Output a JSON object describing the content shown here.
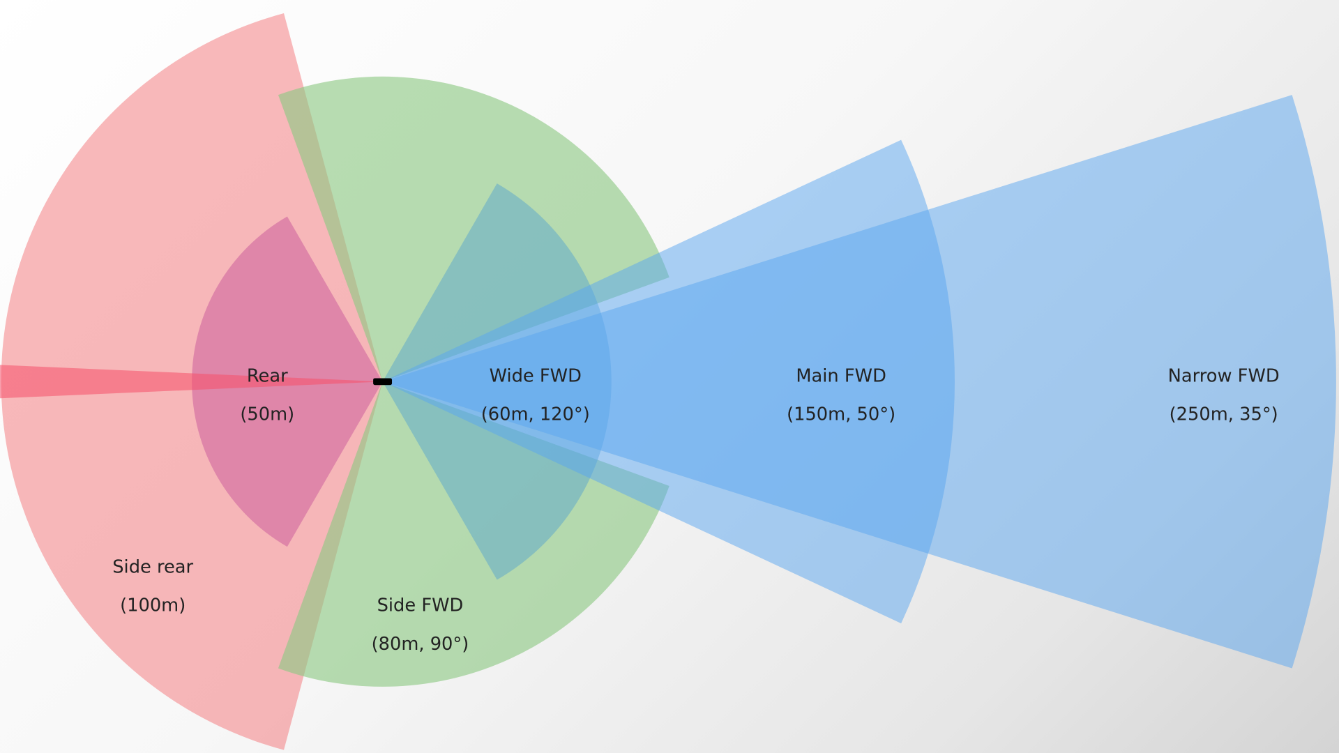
{
  "title": "Sensor coverage",
  "sensors": [
    {
      "id": "side-rear-left",
      "range_m": 100,
      "dir_deg": 180,
      "fov_deg": 150,
      "color": "#f3787d",
      "opacity": 0.52
    },
    {
      "id": "rear",
      "range_m": 50,
      "dir_deg": 180,
      "fov_deg": 120,
      "color": "#c8559a",
      "opacity": 0.5
    },
    {
      "id": "rear-sliver",
      "range_m": 120,
      "dir_deg": 180,
      "fov_deg": 5,
      "color": "#f5506a",
      "opacity": 0.55
    },
    {
      "id": "side-fwd-top",
      "range_m": 80,
      "dir_deg": 65,
      "fov_deg": 90,
      "color": "#8cc882",
      "opacity": 0.62
    },
    {
      "id": "side-fwd-bottom",
      "range_m": 80,
      "dir_deg": -65,
      "fov_deg": 90,
      "color": "#8cc882",
      "opacity": 0.62
    },
    {
      "id": "wide-fwd",
      "range_m": 60,
      "dir_deg": 0,
      "fov_deg": 120,
      "color": "#4fa0d0",
      "opacity": 0.45
    },
    {
      "id": "main-fwd",
      "range_m": 150,
      "dir_deg": 0,
      "fov_deg": 50,
      "color": "#5aa6f0",
      "opacity": 0.5
    },
    {
      "id": "narrow-fwd",
      "range_m": 250,
      "dir_deg": 0,
      "fov_deg": 35,
      "color": "#5aa6f0",
      "opacity": 0.5
    }
  ],
  "labels": {
    "rear": {
      "name": "Rear",
      "spec": "(50m)"
    },
    "side_rear": {
      "name": "Side rear",
      "spec": "(100m)"
    },
    "wide_fwd": {
      "name": "Wide FWD",
      "spec": "(60m, 120°)"
    },
    "side_fwd": {
      "name": "Side FWD",
      "spec": "(80m, 90°)"
    },
    "main_fwd": {
      "name": "Main FWD",
      "spec": "(150m, 50°)"
    },
    "narrow_fwd": {
      "name": "Narrow FWD",
      "spec": "(250m, 35°)"
    }
  }
}
